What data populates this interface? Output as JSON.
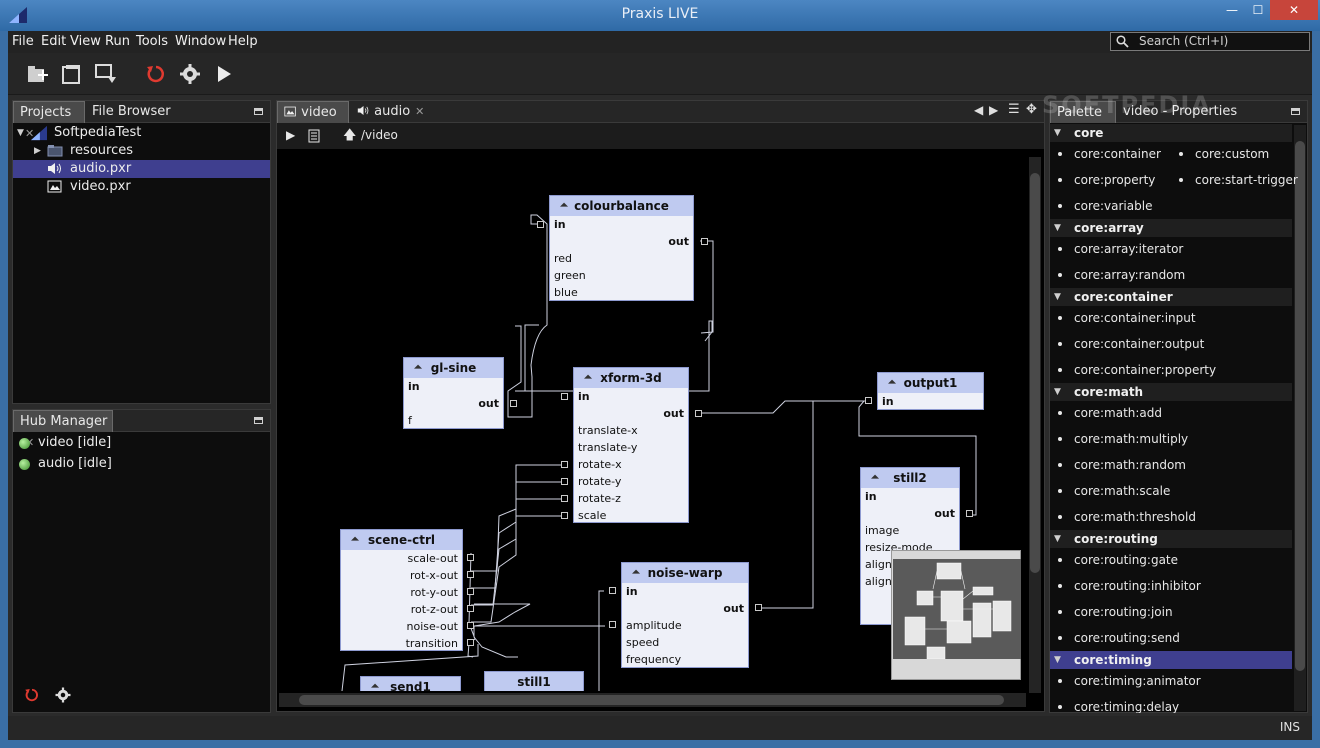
{
  "window": {
    "title": "Praxis LIVE",
    "min": "—",
    "max": "☐",
    "close": "✕"
  },
  "menu": [
    "File",
    "Edit",
    "View",
    "Run",
    "Tools",
    "Window",
    "Help"
  ],
  "search": {
    "placeholder": "Search (Ctrl+I)"
  },
  "projects_panel": {
    "tabs": [
      "Projects",
      "File Browser"
    ],
    "tree": [
      {
        "label": "SoftpediaTest",
        "kind": "project"
      },
      {
        "label": "resources",
        "kind": "folder"
      },
      {
        "label": "audio.pxr",
        "kind": "audio",
        "selected": true
      },
      {
        "label": "video.pxr",
        "kind": "video"
      }
    ]
  },
  "hub_panel": {
    "tab": "Hub Manager",
    "items": [
      "video [idle]",
      "audio [idle]"
    ]
  },
  "editor": {
    "tabs": [
      "video",
      "audio"
    ],
    "path": "/video"
  },
  "nodes": {
    "colourbalance": {
      "title": "colourbalance",
      "ports": [
        "in",
        "out",
        "red",
        "green",
        "blue"
      ]
    },
    "gl_sine": {
      "title": "gl-sine",
      "ports": [
        "in",
        "out",
        "f"
      ]
    },
    "xform_3d": {
      "title": "xform-3d",
      "ports": [
        "in",
        "out",
        "translate-x",
        "translate-y",
        "rotate-x",
        "rotate-y",
        "rotate-z",
        "scale"
      ]
    },
    "output1": {
      "title": "output1",
      "ports": [
        "in"
      ]
    },
    "still2": {
      "title": "still2",
      "ports": [
        "in",
        "out",
        "image",
        "resize-mode",
        "align-",
        "align-"
      ]
    },
    "scene_ctrl": {
      "title": "scene-ctrl",
      "ports": [
        "scale-out",
        "rot-x-out",
        "rot-y-out",
        "rot-z-out",
        "noise-out",
        "transition"
      ]
    },
    "noise_warp": {
      "title": "noise-warp",
      "ports": [
        "in",
        "out",
        "amplitude",
        "speed",
        "frequency"
      ]
    },
    "send1": {
      "title": "send1"
    },
    "still1": {
      "title": "still1"
    }
  },
  "palette_panel": {
    "tabs": [
      "Palette",
      "video - Properties"
    ],
    "categories": [
      {
        "name": "core",
        "items": [
          "core:container",
          "core:custom",
          "core:property",
          "core:start-trigger",
          "core:variable"
        ]
      },
      {
        "name": "core:array",
        "items": [
          "core:array:iterator",
          "core:array:random"
        ]
      },
      {
        "name": "core:container",
        "items": [
          "core:container:input",
          "core:container:output",
          "core:container:property"
        ]
      },
      {
        "name": "core:math",
        "items": [
          "core:math:add",
          "core:math:multiply",
          "core:math:random",
          "core:math:scale",
          "core:math:threshold"
        ]
      },
      {
        "name": "core:routing",
        "items": [
          "core:routing:gate",
          "core:routing:inhibitor",
          "core:routing:join",
          "core:routing:send"
        ]
      },
      {
        "name": "core:timing",
        "items": [
          "core:timing:animator",
          "core:timing:delay"
        ]
      }
    ]
  },
  "statusbar": {
    "mode": "INS"
  },
  "watermark": "SOFTPEDIA",
  "colors": {
    "selection": "#3f3f8f",
    "node_header": "#bfcaf0",
    "node_body": "#eef0f8",
    "titlebar": "#3a6ea5"
  }
}
